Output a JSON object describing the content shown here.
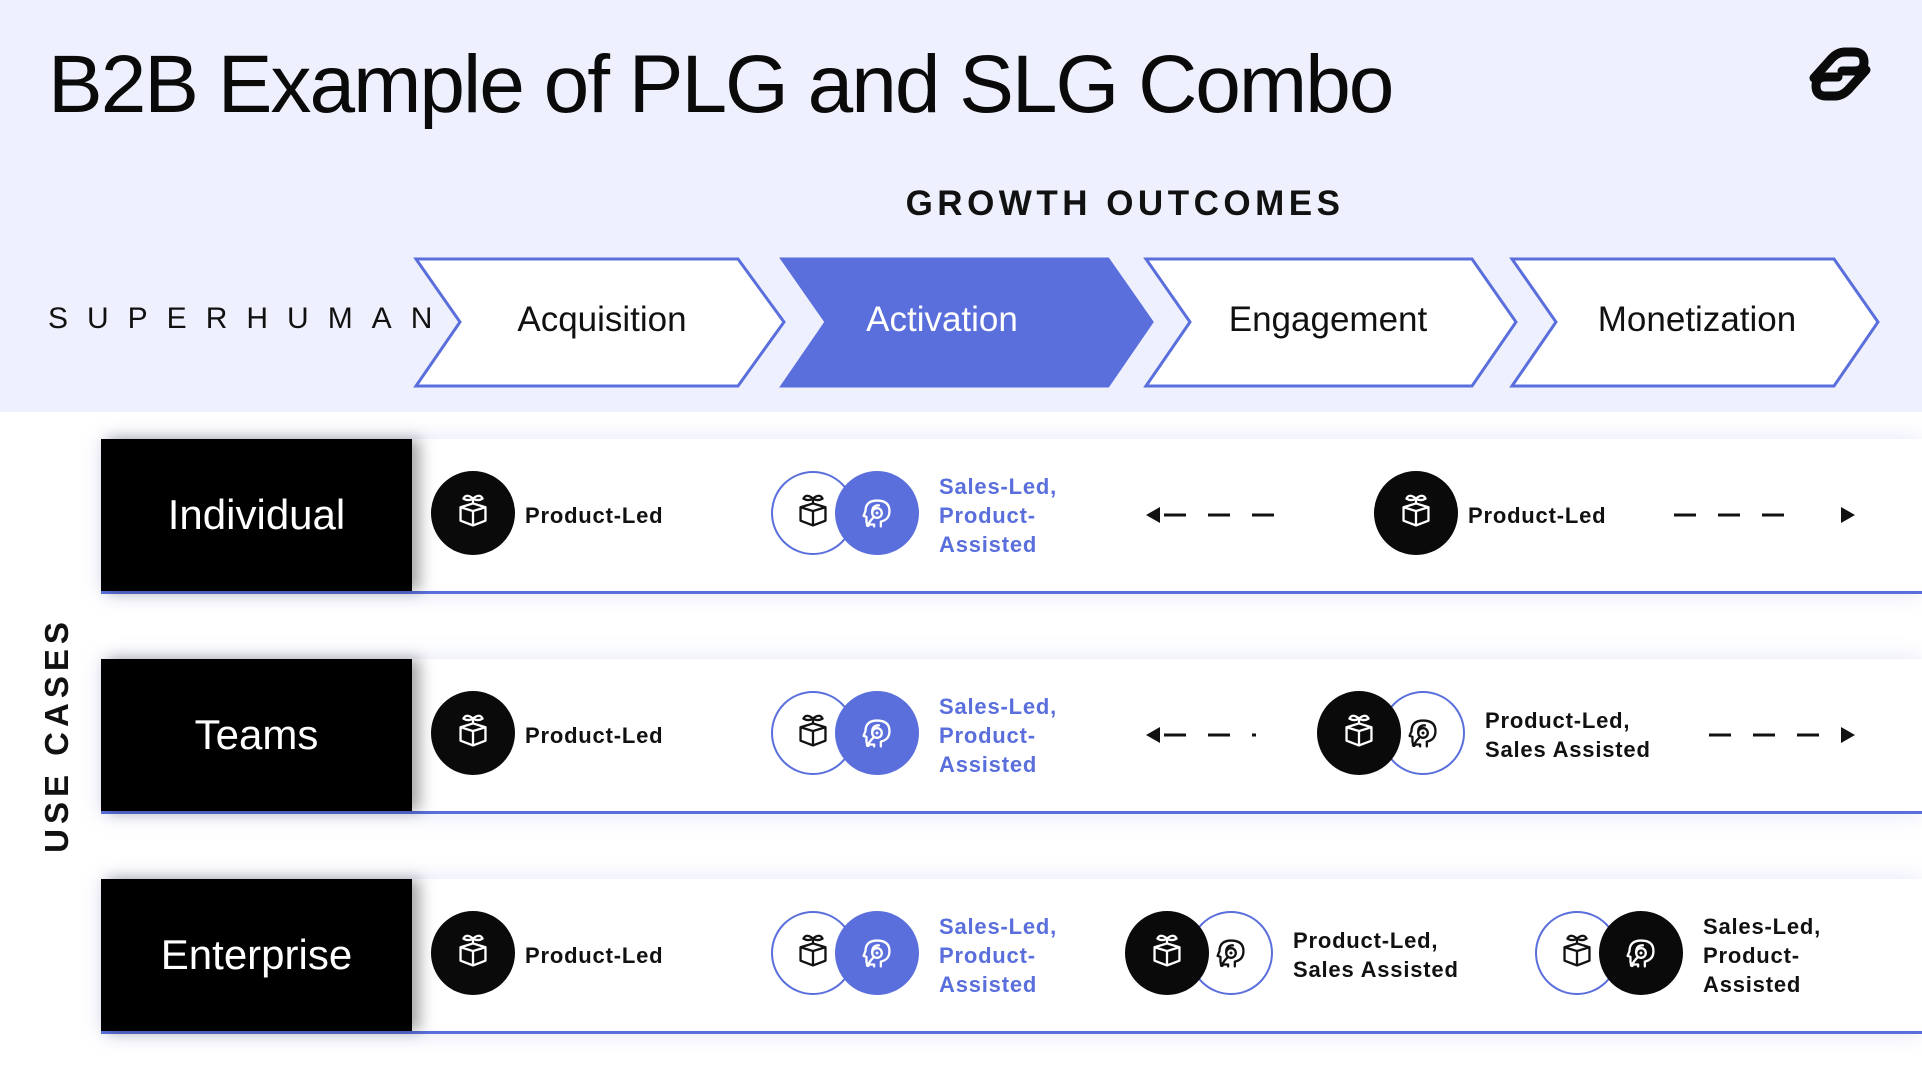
{
  "header": {
    "title": "B2B Example of PLG and SLG Combo",
    "section_heading": "GROWTH OUTCOMES",
    "brand": "SUPERHUMAN"
  },
  "phases": [
    {
      "label": "Acquisition",
      "active": false
    },
    {
      "label": "Activation",
      "active": true
    },
    {
      "label": "Engagement",
      "active": false
    },
    {
      "label": "Monetization",
      "active": false
    }
  ],
  "vertical_label": "USE CASES",
  "colors": {
    "accent": "#5a6fdc",
    "dark": "#0a0a0a",
    "hero_bg": "#eef0fd"
  },
  "icons": {
    "product": "gift-box-sprout-icon",
    "sales": "headset-agent-icon"
  },
  "rows": [
    {
      "label": "Individual",
      "cells": {
        "acquisition": {
          "lines": [
            "Product-Led"
          ]
        },
        "activation": {
          "lines": [
            "Sales-Led,",
            "Product-",
            "Assisted"
          ]
        },
        "engagement_monetization": {
          "lines": [
            "Product-Led"
          ]
        }
      }
    },
    {
      "label": "Teams",
      "cells": {
        "acquisition": {
          "lines": [
            "Product-Led"
          ]
        },
        "activation": {
          "lines": [
            "Sales-Led,",
            "Product-",
            "Assisted"
          ]
        },
        "engagement_monetization": {
          "lines": [
            "Product-Led,",
            "Sales Assisted"
          ]
        }
      }
    },
    {
      "label": "Enterprise",
      "cells": {
        "acquisition": {
          "lines": [
            "Product-Led"
          ]
        },
        "activation": {
          "lines": [
            "Sales-Led,",
            "Product-",
            "Assisted"
          ]
        },
        "engagement": {
          "lines": [
            "Product-Led,",
            "Sales Assisted"
          ]
        },
        "monetization": {
          "lines": [
            "Sales-Led,",
            "Product-",
            "Assisted"
          ]
        }
      }
    }
  ]
}
